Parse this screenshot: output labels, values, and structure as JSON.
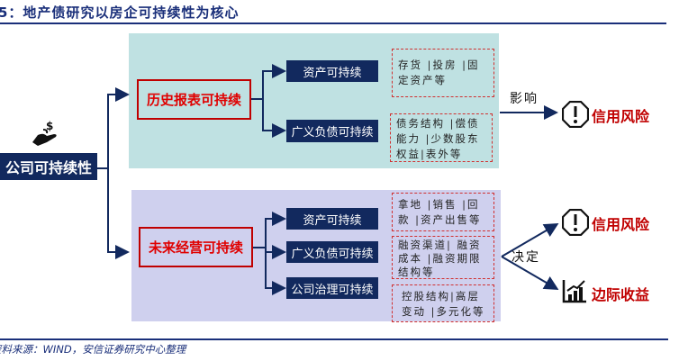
{
  "title": "5：地产债研究以房企可持续性为核心",
  "root": {
    "label": "公司可持续性",
    "icon": "money-hand-icon"
  },
  "historical": {
    "label": "历史报表可持续",
    "items": [
      {
        "label": "资产可持续",
        "detail": "存货 |投房 |固定资产等"
      },
      {
        "label": "广义负债可持续",
        "detail": "债务结构 |偿债能力 |少数股东权益|表外等"
      }
    ],
    "verb": "影响",
    "outcomes": [
      {
        "label": "信用风险",
        "icon": "warning-octagon-icon"
      }
    ]
  },
  "future": {
    "label": "未来经营可持续",
    "items": [
      {
        "label": "资产可持续",
        "detail": "拿地 |销售 |回款 |资产出售等"
      },
      {
        "label": "广义负债可持续",
        "detail": "融资渠道| 融资成本 |融资期限结构等"
      },
      {
        "label": "公司治理可持续",
        "detail": "控股结构|高层变动 |多元化等"
      }
    ],
    "verb": "决定",
    "outcomes": [
      {
        "label": "信用风险",
        "icon": "warning-octagon-icon"
      },
      {
        "label": "边际收益",
        "icon": "growth-chart-icon"
      }
    ]
  },
  "source": "资料来源：WIND，安信证券研究中心整理",
  "colors": {
    "navy": "#12295e",
    "red": "#c00000",
    "teal": "#bfe1e2",
    "purple": "#cfd0ee"
  }
}
